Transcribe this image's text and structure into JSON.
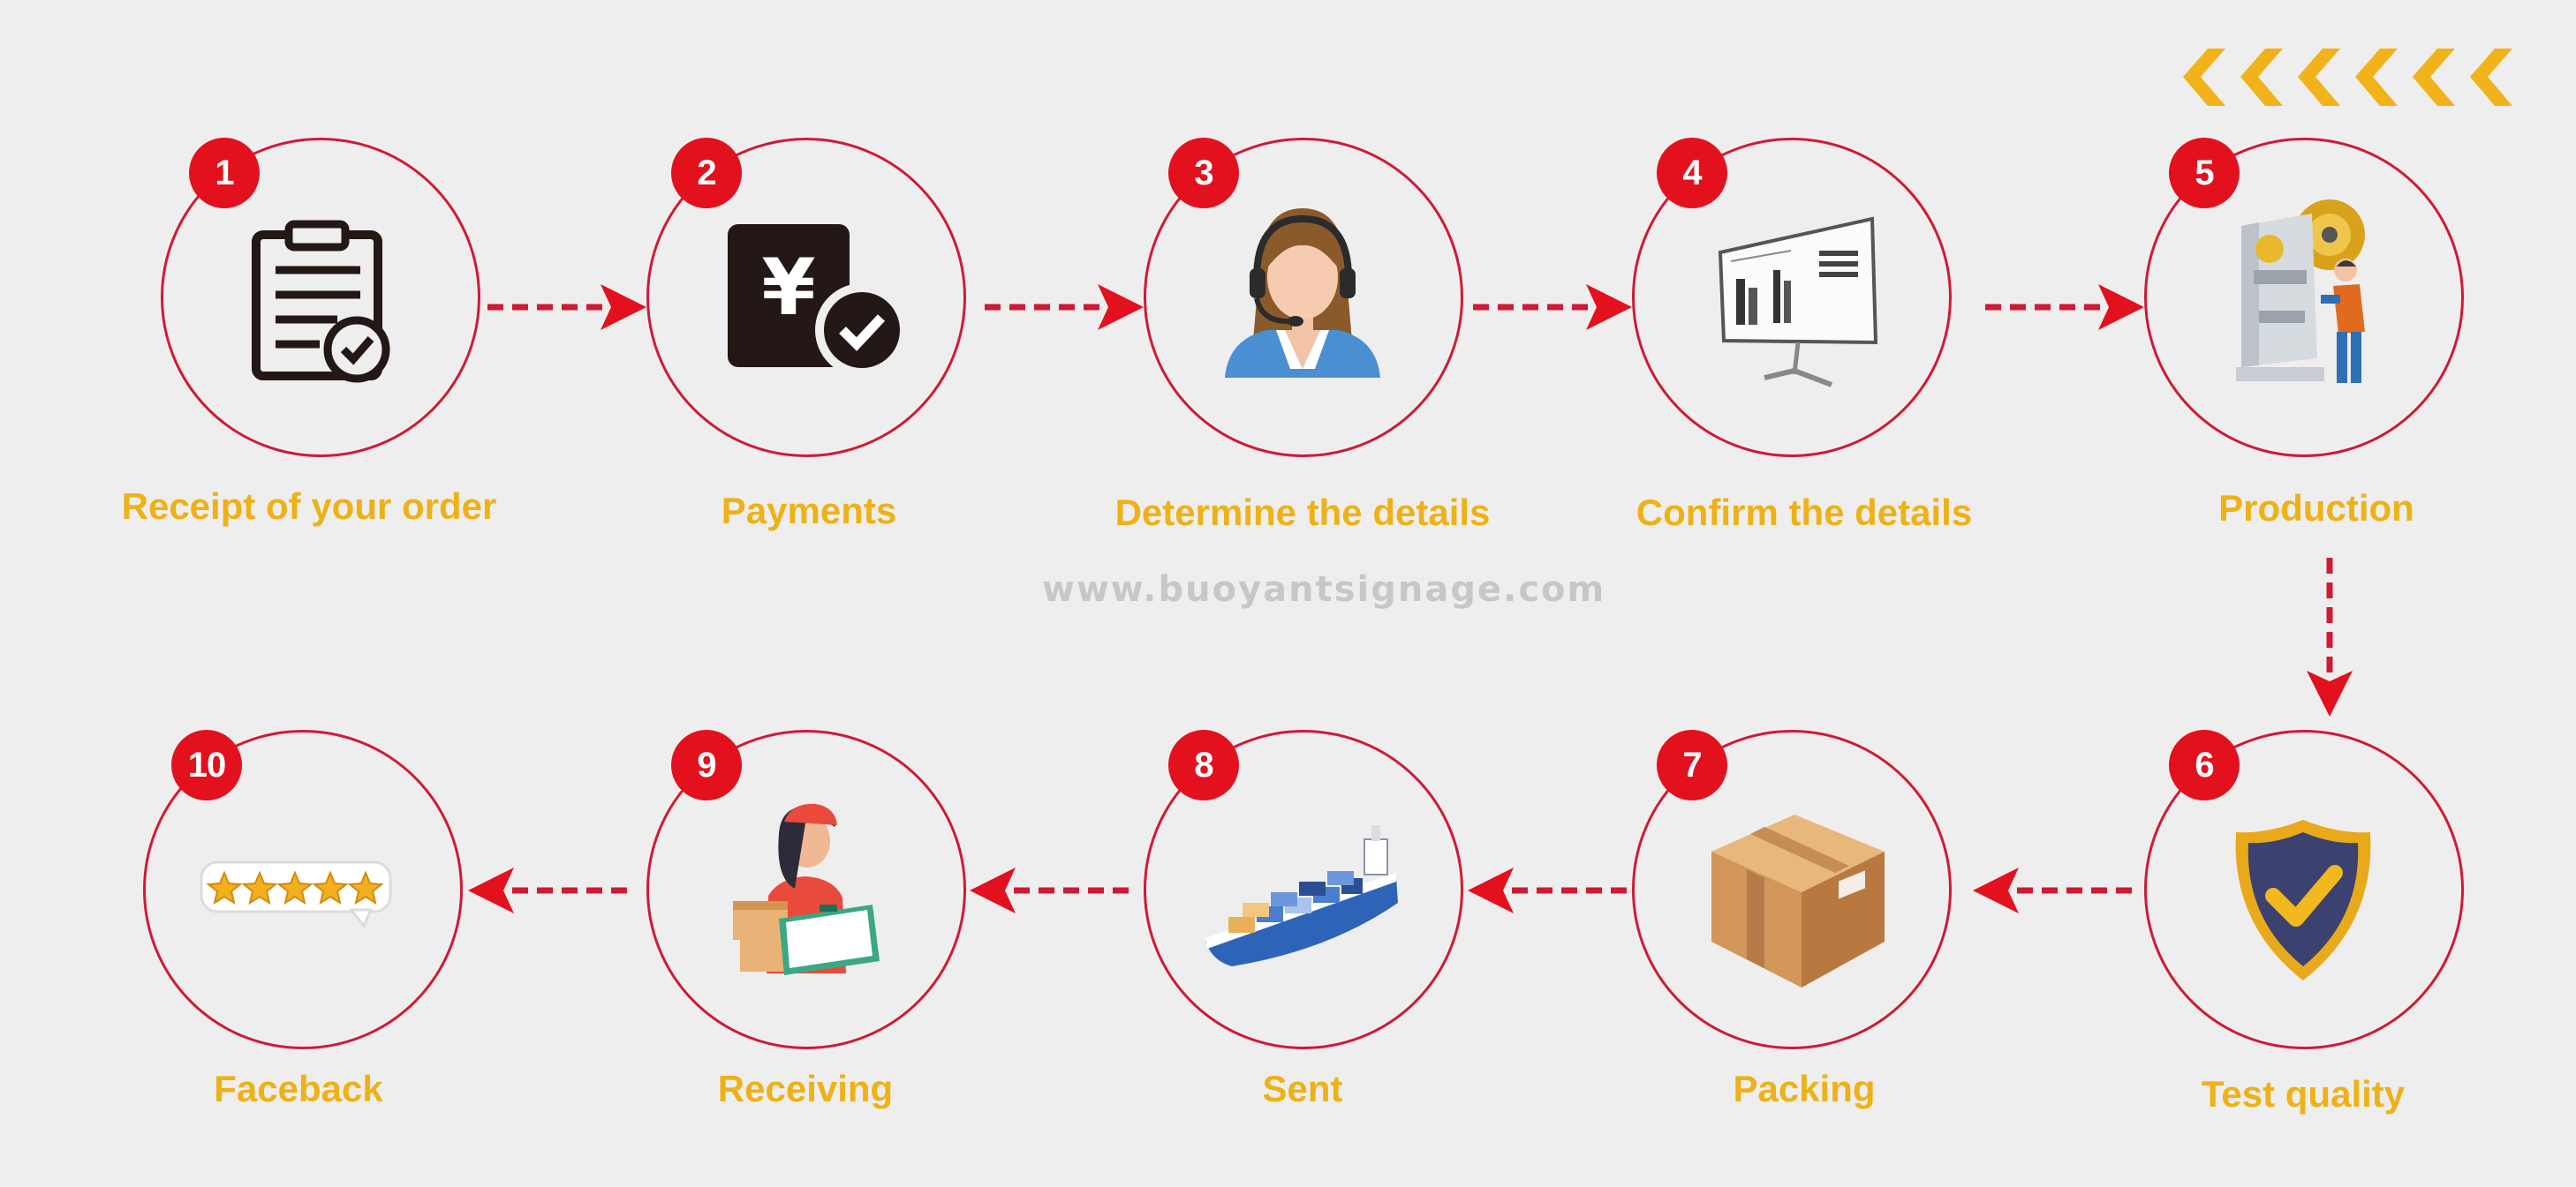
{
  "watermark": "www.buoyantsignage.com",
  "colors": {
    "accent_red": "#e3101e",
    "ring_red": "#cf1a35",
    "label_gold": "#eeb116",
    "chevron_gold": "#f1b21a"
  },
  "steps": [
    {
      "number": "1",
      "label": "Receipt of your order",
      "icon": "clipboard-check-icon"
    },
    {
      "number": "2",
      "label": "Payments",
      "icon": "yen-payment-check-icon"
    },
    {
      "number": "3",
      "label": "Determine the details",
      "icon": "customer-service-agent-icon"
    },
    {
      "number": "4",
      "label": "Confirm the details",
      "icon": "monitor-icon"
    },
    {
      "number": "5",
      "label": "Production",
      "icon": "machine-worker-icon"
    },
    {
      "number": "6",
      "label": "Test quality",
      "icon": "shield-check-icon"
    },
    {
      "number": "7",
      "label": "Packing",
      "icon": "cardboard-box-icon"
    },
    {
      "number": "8",
      "label": "Sent",
      "icon": "cargo-ship-icon"
    },
    {
      "number": "9",
      "label": "Receiving",
      "icon": "delivery-person-icon"
    },
    {
      "number": "10",
      "label": "Faceback",
      "icon": "five-star-rating-icon"
    }
  ]
}
